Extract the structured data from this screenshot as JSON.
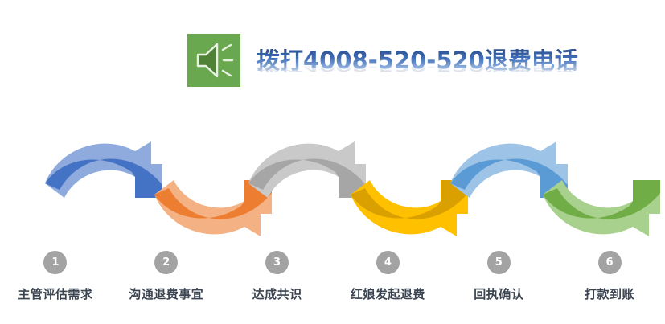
{
  "header": {
    "icon": "speaker-icon",
    "icon_bg": "#6aa84f",
    "title": "拨打4008-520-520退费电话",
    "title_color_top": "#2b4f8e",
    "title_color_bottom": "#cfdcef"
  },
  "flow": {
    "arrows": [
      {
        "index": 1,
        "color_dark": "#4472C4",
        "color_light": "#8FAADC",
        "direction": "arch-up"
      },
      {
        "index": 2,
        "color_dark": "#ED7D31",
        "color_light": "#F4B183",
        "direction": "arch-down"
      },
      {
        "index": 3,
        "color_dark": "#A6A6A6",
        "color_light": "#C9C9C9",
        "direction": "arch-up"
      },
      {
        "index": 4,
        "color_dark": "#D9A000",
        "color_light": "#FFC000",
        "direction": "arch-down"
      },
      {
        "index": 5,
        "color_dark": "#5B9BD5",
        "color_light": "#9DC3E6",
        "direction": "arch-up"
      },
      {
        "index": 6,
        "color_dark": "#70AD47",
        "color_light": "#A9D18E",
        "direction": "arch-down"
      }
    ]
  },
  "steps": [
    {
      "number": "1",
      "label": "主管评估需求"
    },
    {
      "number": "2",
      "label": "沟通退费事宜"
    },
    {
      "number": "3",
      "label": "达成共识"
    },
    {
      "number": "4",
      "label": "红娘发起退费"
    },
    {
      "number": "5",
      "label": "回执确认"
    },
    {
      "number": "6",
      "label": "打款到账"
    }
  ],
  "style": {
    "circle_color": "#a3a3a3",
    "label_color": "#3b4451",
    "background": "#ffffff"
  }
}
